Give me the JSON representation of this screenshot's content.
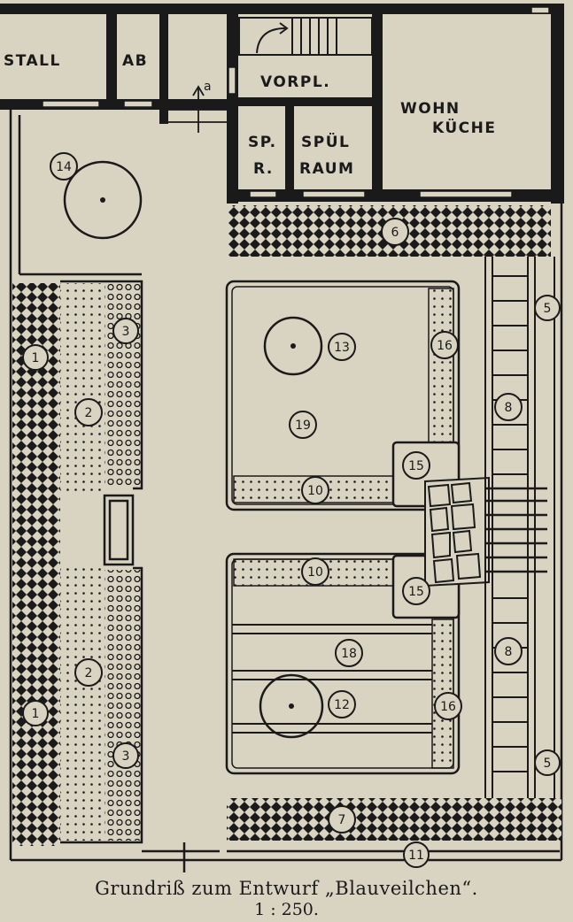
{
  "rooms": {
    "stall": "STALL",
    "ab": "AB",
    "vorpl": "VORPL.",
    "wohn": "WOHN",
    "kuche": "KÜCHE",
    "sp": "SP.",
    "r": "R.",
    "spul": "SPÜL",
    "raum": "RAUM"
  },
  "markers": {
    "m1a": "1",
    "m1b": "1",
    "m2a": "2",
    "m2b": "2",
    "m3a": "3",
    "m3b": "3",
    "m5a": "5",
    "m5b": "5",
    "m6": "6",
    "m7": "7",
    "m8a": "8",
    "m8b": "8",
    "m10a": "10",
    "m10b": "10",
    "m11": "11",
    "m12": "12",
    "m13": "13",
    "m14": "14",
    "m15a": "15",
    "m15b": "15",
    "m16a": "16",
    "m16b": "16",
    "m18": "18",
    "m19": "19"
  },
  "arrow_label": "a",
  "caption": {
    "title": "Grundriß zum Entwurf „Blauveilchen“.",
    "scale": "1 : 250."
  }
}
